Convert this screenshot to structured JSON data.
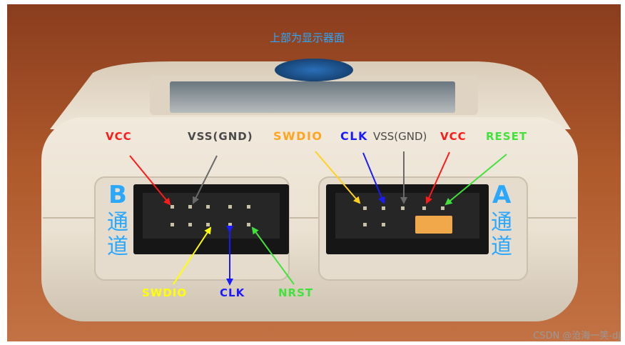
{
  "top_note": "上部为显示器面",
  "channel_b": {
    "letter": "B",
    "word": "通道",
    "top_labels": {
      "vcc": "VCC",
      "vss": "VSS(GND)"
    },
    "bottom_labels": {
      "swdio": "SWDIO",
      "clk": "CLK",
      "nrst": "NRST"
    }
  },
  "channel_a": {
    "letter": "A",
    "word": "通道",
    "top_labels": {
      "swdio": "SWDIO",
      "clk": "CLK",
      "vss": "VSS(GND)",
      "vcc": "VCC",
      "reset": "RESET"
    }
  },
  "watermark": "CSDN @沧海一笑-dj",
  "colors": {
    "vcc": "#ff1a1a",
    "vss": "#4a4a4a",
    "swdio_a": "#ffa51f",
    "swdio_b": "#ffff00",
    "clk": "#1a1aff",
    "reset": "#41e23c",
    "channel_text": "#2aa7ff"
  }
}
